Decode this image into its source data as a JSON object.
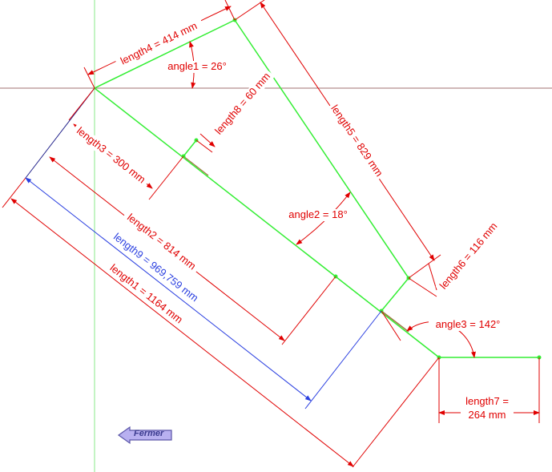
{
  "dimensions": {
    "length1": "length1 = 1164 mm",
    "length2": "length2 = 814 mm",
    "length3": "length3 = 300 mm",
    "length4": "length4 = 414 mm",
    "length5": "length5 = 829 mm",
    "length6": "length6 = 116 mm",
    "length7_line1": "length7 =",
    "length7_line2": "264 mm",
    "length8": "length8 = 60 mm",
    "length9": "length9 = 969,759 mm",
    "angle1": "angle1 = 26°",
    "angle2": "angle2 = 18°",
    "angle3": "angle3 = 142°"
  },
  "button": {
    "label": "Fermer"
  },
  "colors": {
    "shape_line": "#33ee33",
    "dimension": "#e00000",
    "measure_blue": "#2a3fe0",
    "axis_vertical": "#88e888",
    "axis_horizontal": "#a07070",
    "button_fill": "#b8b0f0"
  }
}
